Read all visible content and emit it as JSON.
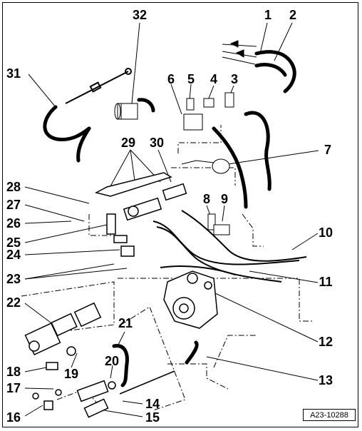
{
  "diagram": {
    "reference_code": "A23-10288",
    "callouts": [
      "1",
      "2",
      "3",
      "4",
      "5",
      "6",
      "7",
      "8",
      "9",
      "10",
      "11",
      "12",
      "13",
      "14",
      "15",
      "16",
      "17",
      "18",
      "19",
      "20",
      "21",
      "22",
      "23",
      "24",
      "25",
      "26",
      "27",
      "28",
      "29",
      "30",
      "31",
      "32"
    ]
  }
}
